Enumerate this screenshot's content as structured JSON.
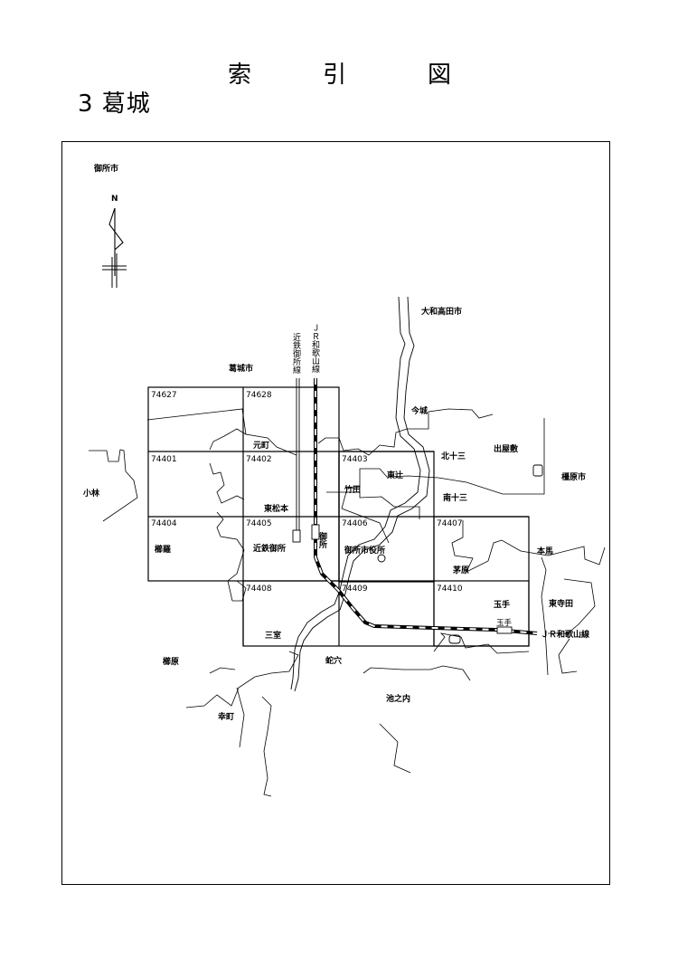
{
  "header": {
    "title_chars": [
      "索",
      "引",
      "図"
    ],
    "subtitle": "3 葛城"
  },
  "map": {
    "city_label": "御所市",
    "north_label": "N",
    "grid_codes": [
      "74627",
      "74628",
      "74401",
      "74402",
      "74403",
      "74404",
      "74405",
      "74406",
      "74407",
      "74408",
      "74409",
      "74410"
    ],
    "place_labels": {
      "yamato_takada": "大和高田市",
      "katsuragi_city": "葛城市",
      "imaki": "今城",
      "kita_juzo": "北十三",
      "demaya": "出屋敷",
      "kashihara_city": "橿原市",
      "higashi_tsuji": "東辻",
      "motomachi": "元町",
      "kobayashi": "小林",
      "takeda": "竹田",
      "minami_juzo": "南十三",
      "higashi_matsumoto": "東松本",
      "gose_station": "御所",
      "kushira": "櫛羅",
      "kintetsu_gose": "近鉄御所",
      "gose_city_hall": "御所市役所",
      "honma": "本馬",
      "kayahara": "茅原",
      "tamade_area": "玉手",
      "higashi_terada": "東寺田",
      "tamade_station": "玉手",
      "jr_wakayama_east": "ＪＲ和歌山線",
      "muro": "三室",
      "kashiwara": "櫛原",
      "jaketsu": "蛇穴",
      "ikenouchi": "池之内",
      "sachimachi": "幸町"
    },
    "vertical_labels": {
      "kintetsu_gose_line": "近鉄御所線",
      "jr_wakayama_line": "ＪＲ和歌山線"
    }
  }
}
